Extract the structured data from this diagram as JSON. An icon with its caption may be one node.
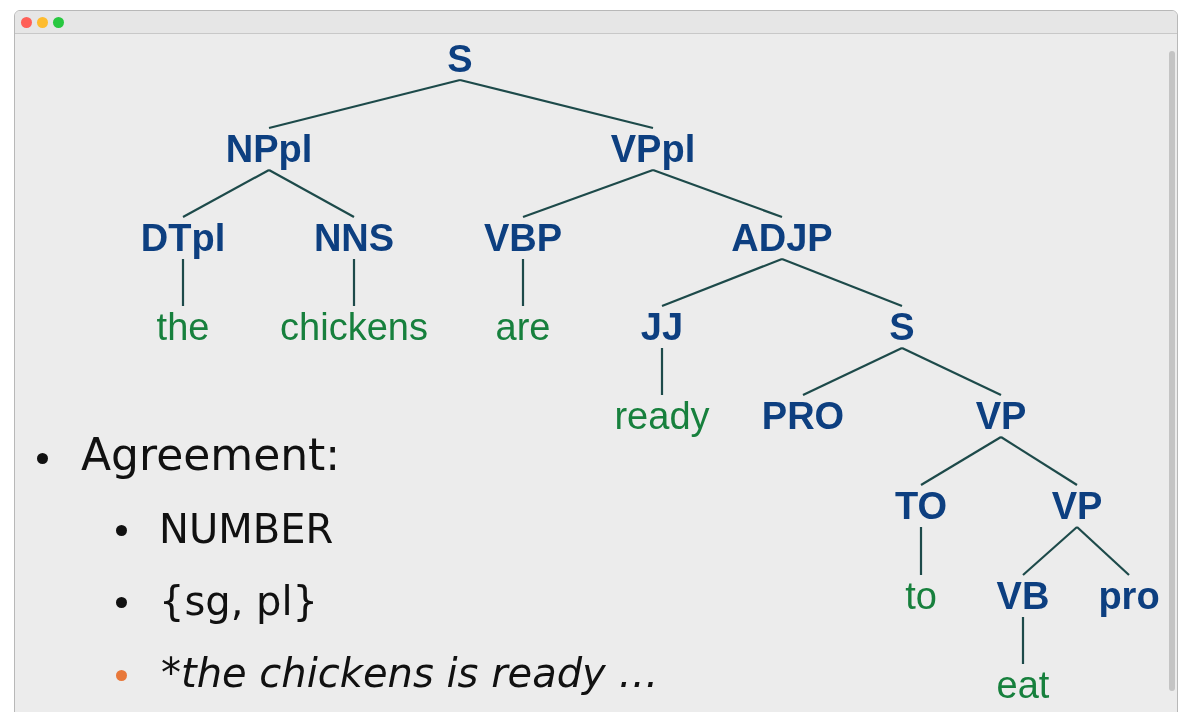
{
  "diagram": {
    "nodes": [
      {
        "text": [
          "S"
        ]
      },
      {
        "text": [
          "NPpl"
        ]
      },
      {
        "text": [
          "VPpl"
        ]
      },
      {
        "text": [
          "DTpl"
        ]
      },
      {
        "text": [
          "NNS"
        ]
      },
      {
        "text": [
          "VBP"
        ]
      },
      {
        "text": [
          "ADJP"
        ]
      },
      {
        "text": [
          "the"
        ]
      },
      {
        "text": [
          "chickens"
        ]
      },
      {
        "text": [
          "are"
        ]
      },
      {
        "text": [
          "JJ"
        ]
      },
      {
        "text": [
          "S"
        ]
      },
      {
        "text": [
          "ready"
        ]
      },
      {
        "text": [
          "PRO"
        ]
      },
      {
        "text": [
          "VP"
        ]
      },
      {
        "text": [
          "TO"
        ]
      },
      {
        "text": [
          "VP"
        ]
      },
      {
        "text": [
          "to"
        ]
      },
      {
        "text": [
          "VB"
        ]
      },
      {
        "text": [
          "pro"
        ]
      },
      {
        "text": [
          "eat"
        ]
      }
    ],
    "edges": [
      {
        "from": 0,
        "to": 1,
        "arrow": "none"
      },
      {
        "from": 0,
        "to": 2,
        "arrow": "none"
      },
      {
        "from": 1,
        "to": 3,
        "arrow": "none"
      },
      {
        "from": 1,
        "to": 4,
        "arrow": "none"
      },
      {
        "from": 2,
        "to": 5,
        "arrow": "none"
      },
      {
        "from": 2,
        "to": 6,
        "arrow": "none"
      },
      {
        "from": 3,
        "to": 7,
        "arrow": "none"
      },
      {
        "from": 4,
        "to": 8,
        "arrow": "none"
      },
      {
        "from": 5,
        "to": 9,
        "arrow": "none"
      },
      {
        "from": 6,
        "to": 10,
        "arrow": "none"
      },
      {
        "from": 6,
        "to": 11,
        "arrow": "none"
      },
      {
        "from": 10,
        "to": 12,
        "arrow": "none"
      },
      {
        "from": 11,
        "to": 13,
        "arrow": "none"
      },
      {
        "from": 11,
        "to": 14,
        "arrow": "none"
      },
      {
        "from": 14,
        "to": 15,
        "arrow": "none"
      },
      {
        "from": 14,
        "to": 16,
        "arrow": "none"
      },
      {
        "from": 15,
        "to": 17,
        "arrow": "none"
      },
      {
        "from": 16,
        "to": 18,
        "arrow": "none"
      },
      {
        "from": 16,
        "to": 19,
        "arrow": "none"
      },
      {
        "from": 18,
        "to": 20,
        "arrow": "none"
      }
    ],
    "labels": [
      "Agreement:",
      "NUMBER",
      "{sg, pl}",
      "*the chickens is ready …"
    ]
  }
}
